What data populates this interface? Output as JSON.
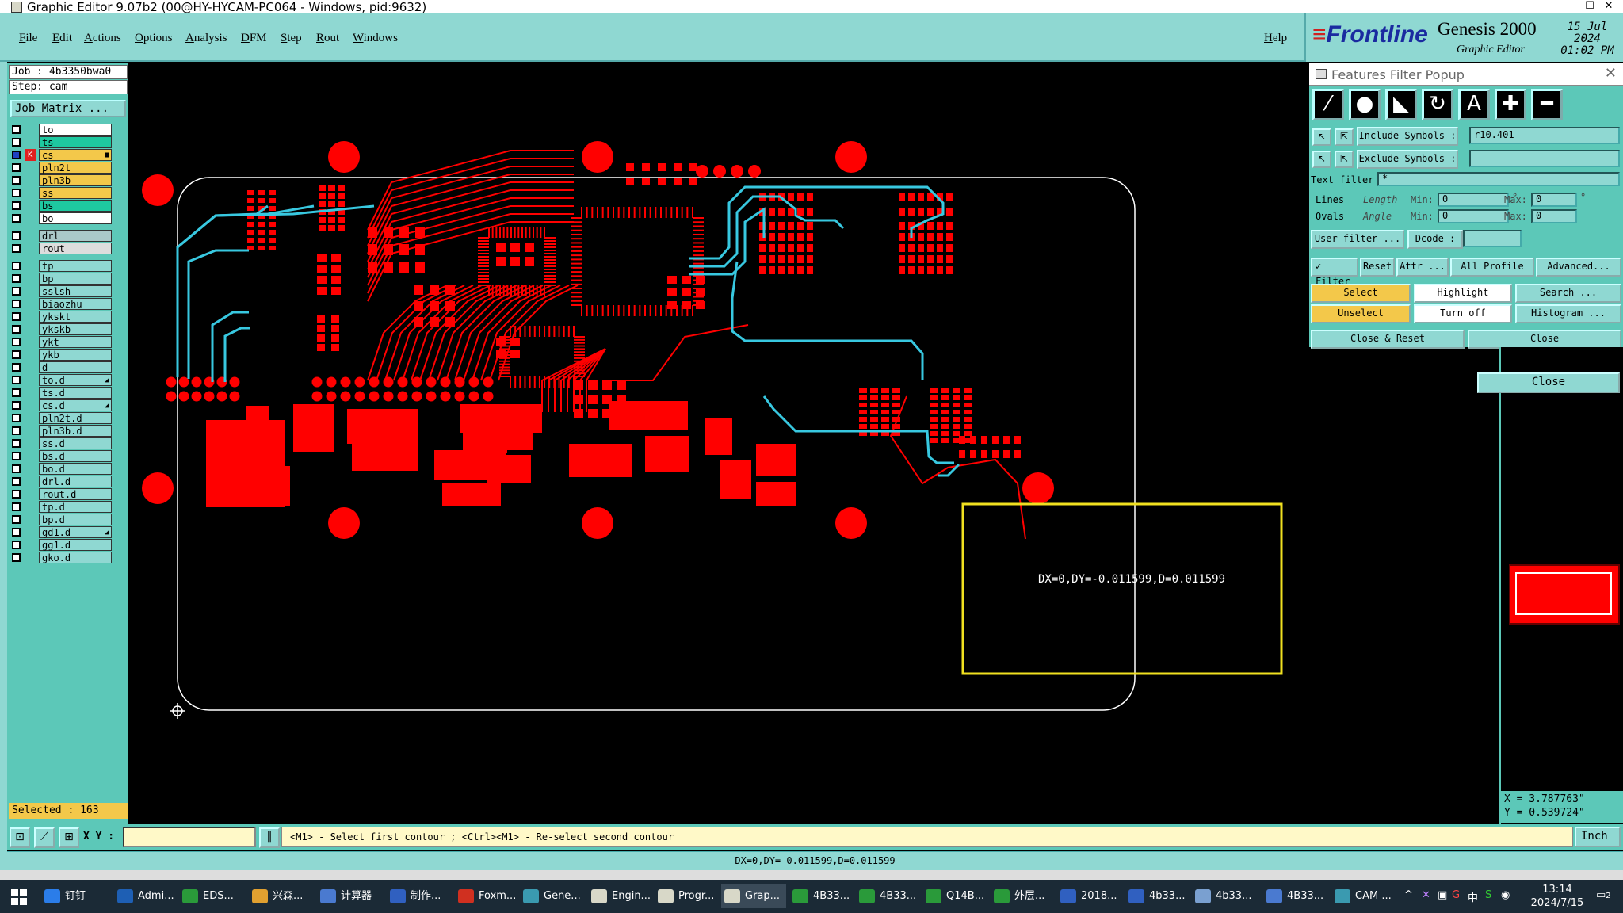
{
  "titlebar": {
    "title": "Graphic Editor 9.07b2 (00@HY-HYCAM-PC064 - Windows, pid:9632)",
    "minimize": "—",
    "maximize": "☐",
    "close": "✕"
  },
  "menu": {
    "items": [
      "File",
      "Edit",
      "Actions",
      "Options",
      "Analysis",
      "DFM",
      "Step",
      "Rout",
      "Windows"
    ],
    "help": "Help"
  },
  "brand": {
    "logo_prefix": "≡",
    "logo": "Frontline",
    "product": "Genesis 2000",
    "subtitle": "Graphic Editor",
    "date": "15 Jul 2024",
    "time": "01:02 PM"
  },
  "job": {
    "job_line": "Job : 4b3350bwa0",
    "step_line": "Step: cam",
    "matrix_button": "Job Matrix ..."
  },
  "layers": [
    {
      "name": "to",
      "color": "#ffffff",
      "mark": ""
    },
    {
      "name": "ts",
      "color": "#1ec8a0",
      "mark": ""
    },
    {
      "name": "cs",
      "color": "#f3c84a",
      "mark": "■",
      "active": true
    },
    {
      "name": "pln2t",
      "color": "#f3c84a",
      "mark": ""
    },
    {
      "name": "pln3b",
      "color": "#f3c84a",
      "mark": ""
    },
    {
      "name": "ss",
      "color": "#f3c84a",
      "mark": ""
    },
    {
      "name": "bs",
      "color": "#1ec8a0",
      "mark": ""
    },
    {
      "name": "bo",
      "color": "#ffffff",
      "mark": ""
    },
    {
      "name": "drl",
      "color": "#aac8c8",
      "mark": "",
      "gap": true
    },
    {
      "name": "rout",
      "color": "#dddddd",
      "mark": ""
    },
    {
      "name": "tp",
      "color": "#8fd8d2",
      "mark": "",
      "gap": true
    },
    {
      "name": "bp",
      "color": "#8fd8d2",
      "mark": ""
    },
    {
      "name": "sslsh",
      "color": "#8fd8d2",
      "mark": ""
    },
    {
      "name": "biaozhu",
      "color": "#8fd8d2",
      "mark": ""
    },
    {
      "name": "ykskt",
      "color": "#8fd8d2",
      "mark": ""
    },
    {
      "name": "ykskb",
      "color": "#8fd8d2",
      "mark": ""
    },
    {
      "name": "ykt",
      "color": "#8fd8d2",
      "mark": ""
    },
    {
      "name": "ykb",
      "color": "#8fd8d2",
      "mark": ""
    },
    {
      "name": "d",
      "color": "#8fd8d2",
      "mark": ""
    },
    {
      "name": "to.d",
      "color": "#8fd8d2",
      "mark": "◢"
    },
    {
      "name": "ts.d",
      "color": "#8fd8d2",
      "mark": ""
    },
    {
      "name": "cs.d",
      "color": "#8fd8d2",
      "mark": "◢"
    },
    {
      "name": "pln2t.d",
      "color": "#8fd8d2",
      "mark": ""
    },
    {
      "name": "pln3b.d",
      "color": "#8fd8d2",
      "mark": ""
    },
    {
      "name": "ss.d",
      "color": "#8fd8d2",
      "mark": ""
    },
    {
      "name": "bs.d",
      "color": "#8fd8d2",
      "mark": ""
    },
    {
      "name": "bo.d",
      "color": "#8fd8d2",
      "mark": ""
    },
    {
      "name": "drl.d",
      "color": "#8fd8d2",
      "mark": ""
    },
    {
      "name": "rout.d",
      "color": "#8fd8d2",
      "mark": ""
    },
    {
      "name": "tp.d",
      "color": "#8fd8d2",
      "mark": ""
    },
    {
      "name": "bp.d",
      "color": "#8fd8d2",
      "mark": ""
    },
    {
      "name": "gd1.d",
      "color": "#8fd8d2",
      "mark": "◢"
    },
    {
      "name": "gg1.d",
      "color": "#8fd8d2",
      "mark": ""
    },
    {
      "name": "gko.d",
      "color": "#8fd8d2",
      "mark": ""
    }
  ],
  "selected_count": "Selected : 163",
  "canvas": {
    "measure_text": "DX=0,DY=-0.011599,D=0.011599",
    "board_color": "#ff0000",
    "trace_color": "#38c8e0",
    "selection_color": "#f0e020"
  },
  "filter_popup": {
    "title": "Features Filter Popup",
    "close_x": "✕",
    "include_label": "Include Symbols :",
    "include_value": "r10.401",
    "exclude_label": "Exclude Symbols :",
    "exclude_value": "",
    "text_filter_label": "Text filter",
    "text_filter_value": "*",
    "lines_label": "Lines",
    "ovals_label": "Ovals",
    "length_label": "Length",
    "angle_label": "Angle",
    "min_label": "Min:",
    "max_label": "Max:",
    "length_min": "0",
    "length_max": "0",
    "angle_min": "0",
    "angle_max": "0",
    "degree_mark": "°",
    "user_filter": "User filter ...",
    "dcode_label": "Dcode :",
    "dcode_value": "",
    "filter_toggle": "Filter",
    "reset": "Reset",
    "attr": "Attr ...",
    "all_profile": "All Profile",
    "advanced": "Advanced...",
    "select": "Select",
    "highlight": "Highlight",
    "search": "Search ...",
    "unselect": "Unselect",
    "turn_off": "Turn off",
    "histogram": "Histogram ...",
    "close_reset": "Close & Reset",
    "close": "Close"
  },
  "close_button": "Close",
  "coords": {
    "x": "X = 3.787763\"",
    "y": "Y = 0.539724\""
  },
  "bottombar": {
    "xy_label": "X Y :",
    "xy_value": "",
    "hint": "<M1> - Select first contour ; <Ctrl><M1> - Re-select second contour",
    "unit": "Inch"
  },
  "status": "DX=0,DY=-0.011599,D=0.011599",
  "taskbar": {
    "items": [
      {
        "label": "钉钉",
        "color": "#2b7de9"
      },
      {
        "label": "Admi...",
        "color": "#1e5fb4"
      },
      {
        "label": "EDS...",
        "color": "#2a9a3a"
      },
      {
        "label": "兴森...",
        "color": "#e0a030"
      },
      {
        "label": "计算器",
        "color": "#4a7ad0"
      },
      {
        "label": "制作...",
        "color": "#3060c0"
      },
      {
        "label": "Foxm...",
        "color": "#d03020"
      },
      {
        "label": "Gene...",
        "color": "#3a9ab0"
      },
      {
        "label": "Engin...",
        "color": "#d8d8c8"
      },
      {
        "label": "Progr...",
        "color": "#d8d8c8"
      },
      {
        "label": "Grap...",
        "color": "#d8d8c8",
        "active": true
      },
      {
        "label": "4B33...",
        "color": "#2a9a3a"
      },
      {
        "label": "4B33...",
        "color": "#2a9a3a"
      },
      {
        "label": "Q14B...",
        "color": "#2a9a3a"
      },
      {
        "label": "外层...",
        "color": "#2a9a3a"
      },
      {
        "label": "2018...",
        "color": "#3060c0"
      },
      {
        "label": "4b33...",
        "color": "#3060c0"
      },
      {
        "label": "4b33...",
        "color": "#7aa0d0"
      },
      {
        "label": "4B33...",
        "color": "#4a7ad0"
      },
      {
        "label": "CAM ...",
        "color": "#3a9ab0"
      }
    ],
    "tray_up": "^",
    "ime": "中",
    "time": "13:14",
    "date": "2024/7/15",
    "notify": "2"
  }
}
